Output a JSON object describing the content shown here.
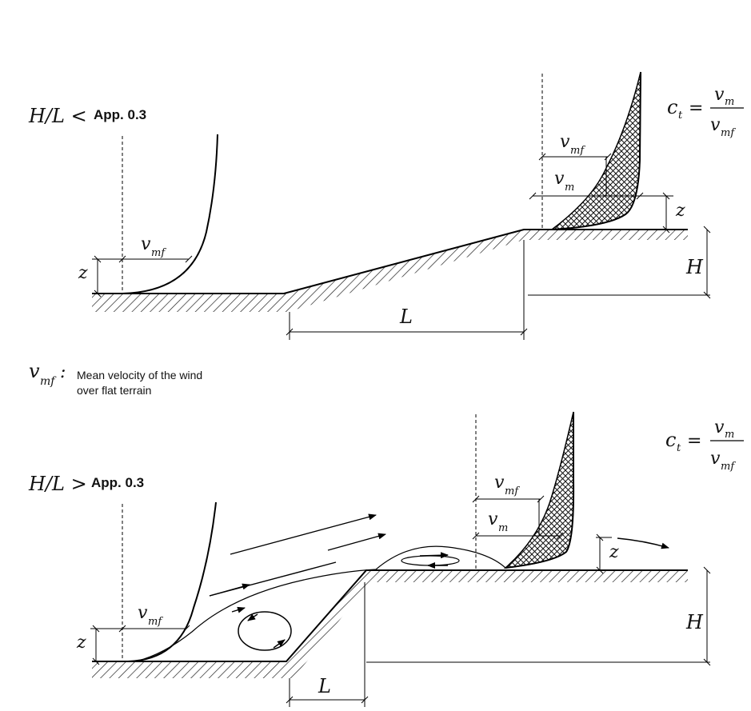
{
  "legend": {
    "vmf_symbol": "v",
    "vmf_sub": "mf",
    "colon": ":",
    "desc_line1": "Mean velocity of the wind",
    "desc_line2": "over flat terrain"
  },
  "top": {
    "condition_symbol": "H/L <",
    "condition_value": "App. 0.3",
    "formula_c": "c",
    "formula_c_sub": "t",
    "formula_eq": "=",
    "formula_num": "v",
    "formula_num_sub": "m",
    "formula_den": "v",
    "formula_den_sub": "mf",
    "label_vmf_left": "v",
    "label_vmf_left_sub": "mf",
    "label_vmf_right": "v",
    "label_vmf_right_sub": "mf",
    "label_vm": "v",
    "label_vm_sub": "m",
    "label_z_left": "z",
    "label_z_right": "z",
    "label_H": "H",
    "label_L": "L"
  },
  "bottom": {
    "condition_symbol": "H/L >",
    "condition_value": "App. 0.3",
    "formula_c": "c",
    "formula_c_sub": "t",
    "formula_eq": "=",
    "formula_num": "v",
    "formula_num_sub": "m",
    "formula_den": "v",
    "formula_den_sub": "mf",
    "label_vmf_left": "v",
    "label_vmf_left_sub": "mf",
    "label_vmf_right": "v",
    "label_vmf_right_sub": "mf",
    "label_vm": "v",
    "label_vm_sub": "m",
    "label_z_left": "z",
    "label_z_right": "z",
    "label_H": "H",
    "label_L": "L"
  }
}
